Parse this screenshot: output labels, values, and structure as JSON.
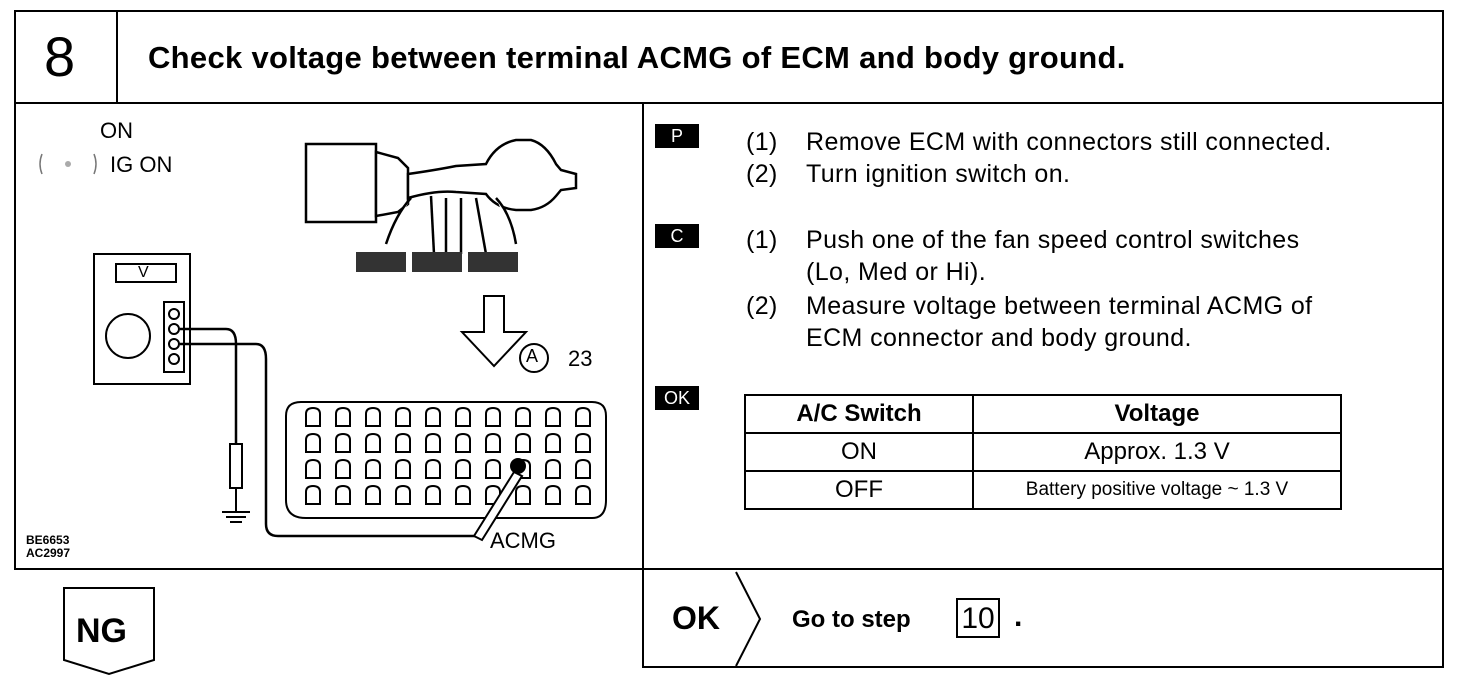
{
  "step": {
    "number": "8",
    "title": "Check voltage between terminal ACMG of ECM and body ground."
  },
  "diagram": {
    "switch_on": "ON",
    "ig_on": "IG ON",
    "meter_label": "V",
    "connector_mark": "A",
    "connector_pins": "23",
    "terminal": "ACMG",
    "figure_codes": [
      "BE6653",
      "AC2997"
    ]
  },
  "procedure": {
    "prep_badge": "P",
    "prep_steps": [
      {
        "num": "(1)",
        "text": "Remove ECM with connectors still connected."
      },
      {
        "num": "(2)",
        "text": "Turn ignition switch on."
      }
    ],
    "check_badge": "C",
    "check_steps": [
      {
        "num": "(1)",
        "lines": [
          "Push one of the fan speed control switches",
          "(Lo, Med or Hi)."
        ]
      },
      {
        "num": "(2)",
        "lines": [
          "Measure voltage between terminal ACMG of",
          "ECM connector and body ground."
        ]
      }
    ],
    "ok_badge": "OK"
  },
  "spec_table": {
    "headers": [
      "A/C Switch",
      "Voltage"
    ],
    "rows": [
      [
        "ON",
        "Approx. 1.3 V"
      ],
      [
        "OFF",
        "Battery positive voltage ~ 1.3 V"
      ]
    ]
  },
  "results": {
    "ng_label": "NG",
    "ok_label": "OK",
    "ok_action": "Go to step",
    "ok_step": "10",
    "ok_period": "."
  }
}
